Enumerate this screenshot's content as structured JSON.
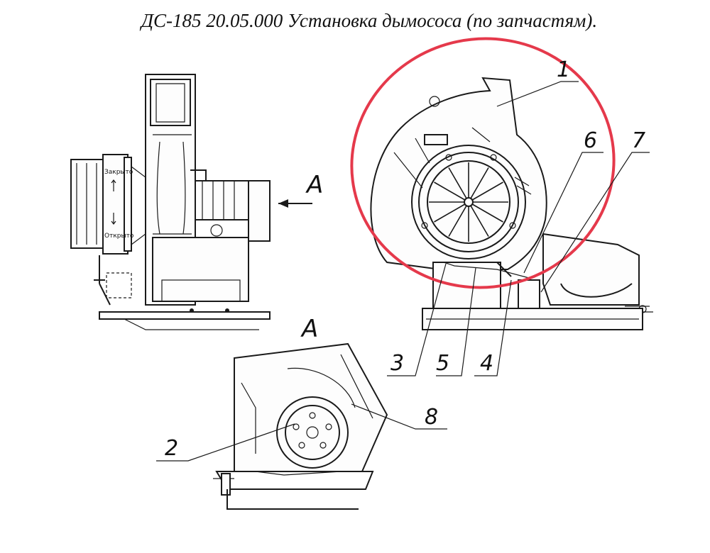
{
  "title": "ДС-185 20.05.000 Установка дымососа (по запчастям).",
  "view_label": "A",
  "section_label": "A",
  "valve_closed_label": "Закрыто",
  "valve_open_label": "Открыто",
  "callouts": [
    {
      "id": "1",
      "label": "1"
    },
    {
      "id": "2",
      "label": "2"
    },
    {
      "id": "3",
      "label": "3"
    },
    {
      "id": "4",
      "label": "4"
    },
    {
      "id": "5",
      "label": "5"
    },
    {
      "id": "6",
      "label": "6"
    },
    {
      "id": "7",
      "label": "7"
    },
    {
      "id": "8",
      "label": "8"
    }
  ],
  "colors": {
    "highlight": "#e5394b",
    "ink": "#1a1a1a"
  }
}
